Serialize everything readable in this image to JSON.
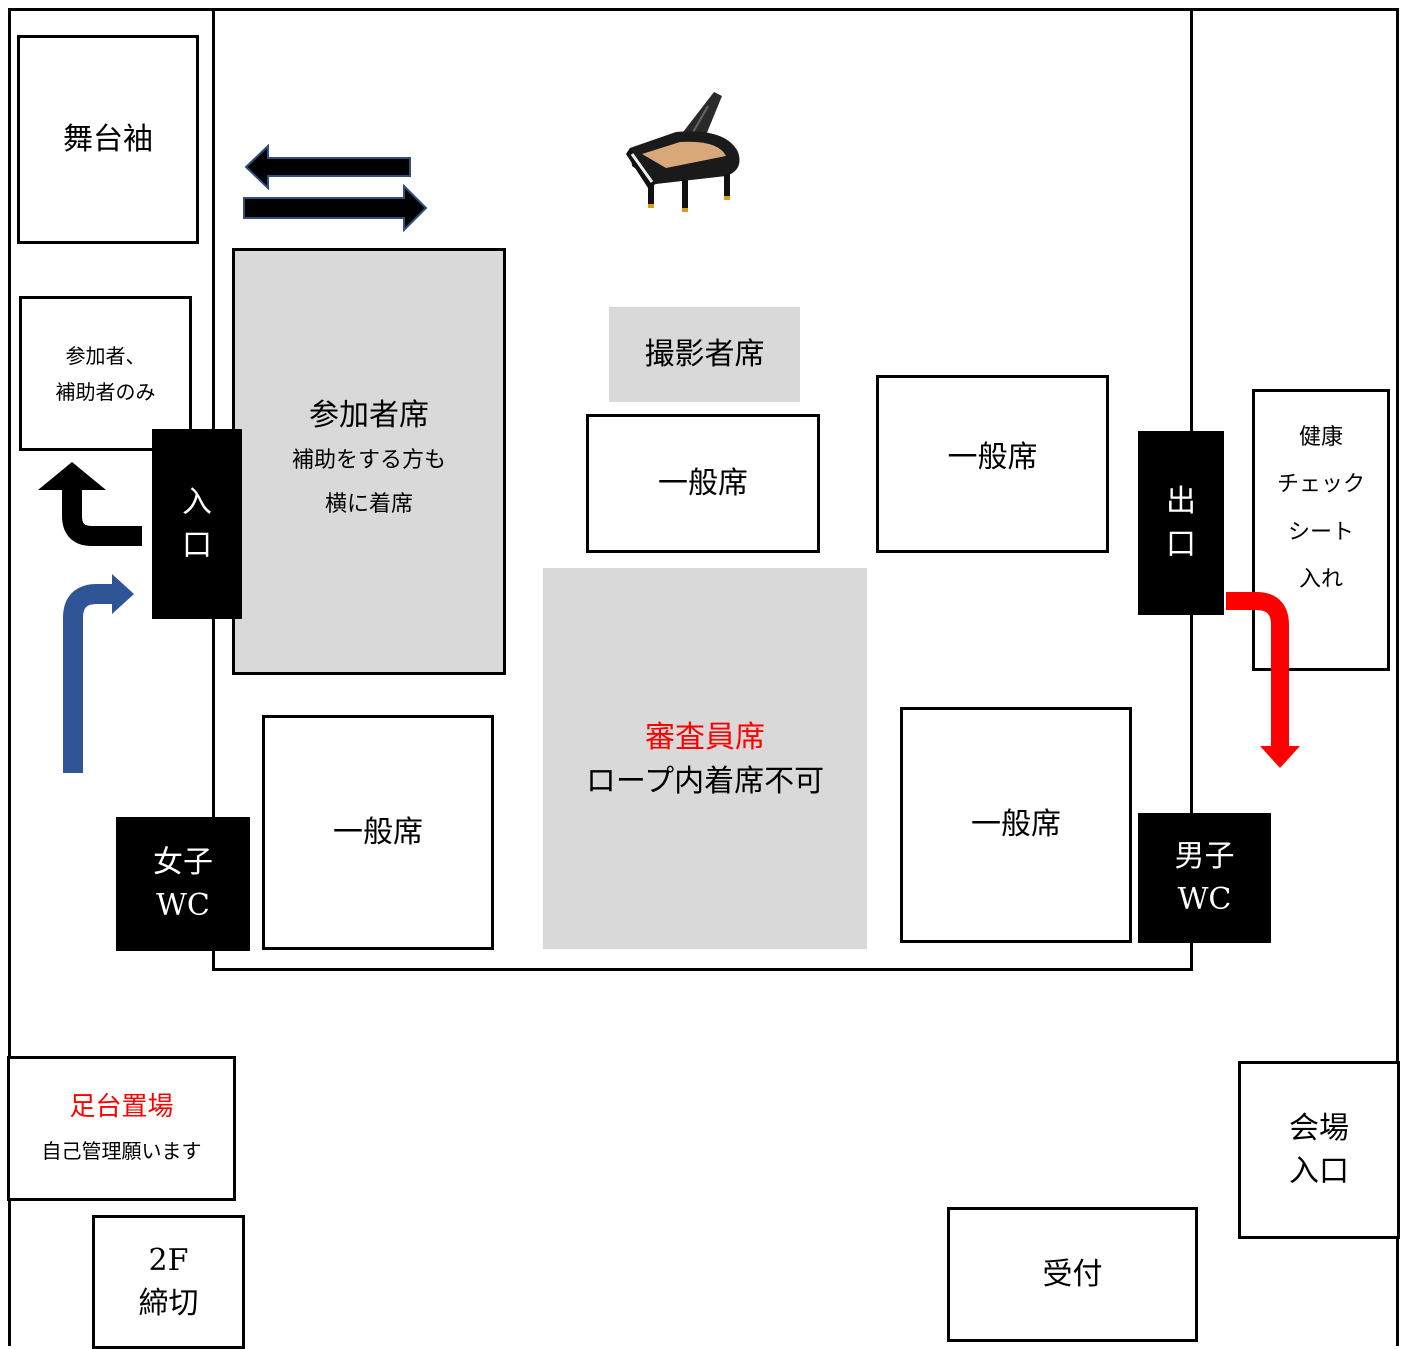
{
  "colors": {
    "red": "#ff0000",
    "gray": "#d9d9d9",
    "blue": "#2f5597",
    "navy": "#0b1b33"
  },
  "icons": {
    "piano": "grand-piano-icon"
  },
  "stage_wing": "舞台袖",
  "participants_only": {
    "line1": "参加者、",
    "line2": "補助者のみ"
  },
  "entrance_door": {
    "line1": "入",
    "line2": "口"
  },
  "exit_door": {
    "line1": "出",
    "line2": "口"
  },
  "participant_seats": {
    "title": "参加者席",
    "note1": "補助をする方も",
    "note2": "横に着席"
  },
  "photographer_seats": "撮影者席",
  "general_seats": "一般席",
  "judges_seats": {
    "title": "審査員席",
    "note": "ロープ内着席不可"
  },
  "womens_wc": {
    "line1": "女子",
    "line2": "WC"
  },
  "mens_wc": {
    "line1": "男子",
    "line2": "WC"
  },
  "health_check": {
    "line1": "健康",
    "line2": "チェック",
    "line3": "シート",
    "line4": "入れ"
  },
  "footrest_storage": {
    "title": "足台置場",
    "note": "自己管理願います"
  },
  "second_floor": {
    "line1": "2F",
    "line2": "締切"
  },
  "venue_entrance": {
    "line1": "会場",
    "line2": "入口"
  },
  "reception": "受付"
}
